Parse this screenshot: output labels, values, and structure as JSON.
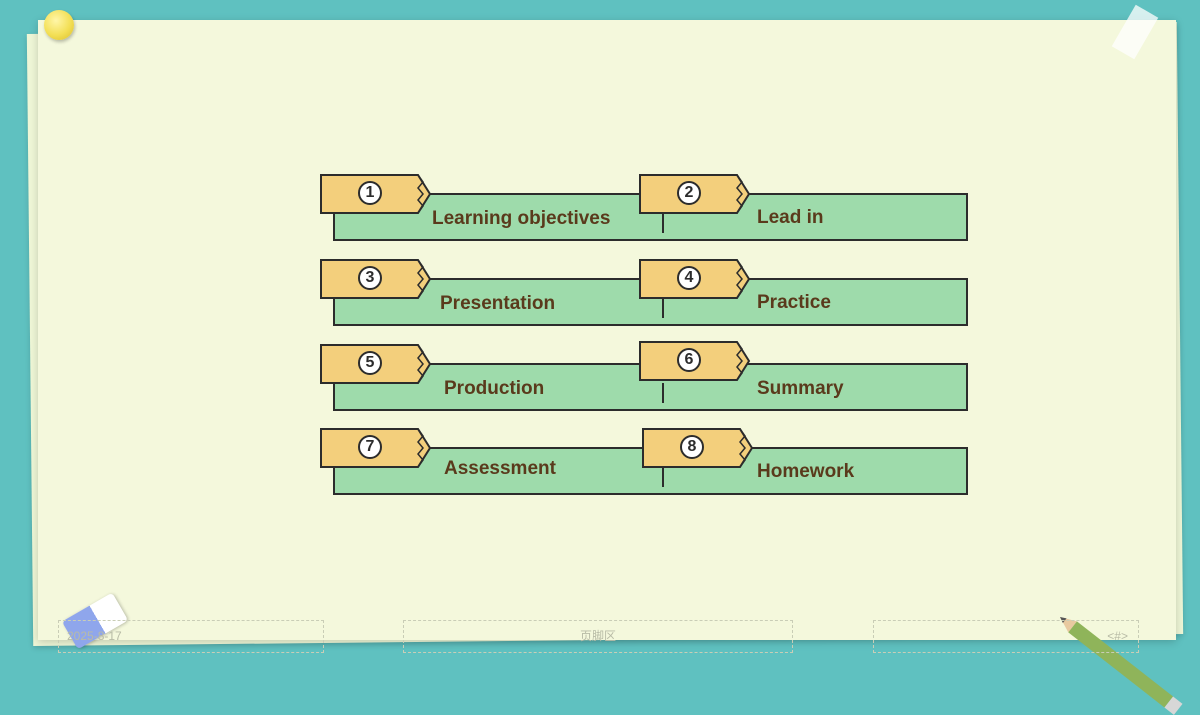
{
  "menu": {
    "items": [
      {
        "number": "1",
        "label": "Learning objectives"
      },
      {
        "number": "2",
        "label": "Lead in"
      },
      {
        "number": "3",
        "label": "Presentation"
      },
      {
        "number": "4",
        "label": "Practice"
      },
      {
        "number": "5",
        "label": "Production"
      },
      {
        "number": "6",
        "label": "Summary"
      },
      {
        "number": "7",
        "label": "Assessment"
      },
      {
        "number": "8",
        "label": "Homework"
      }
    ]
  },
  "footer": {
    "date": "2025-8-17",
    "center": "页脚区",
    "page_number": "<#>"
  },
  "colors": {
    "background": "#5fc1c0",
    "paper": "#f4f8dc",
    "bar": "#9edbab",
    "tab": "#f3cf7c",
    "label_text": "#5a3a1c"
  },
  "icons": {
    "pin": "pushpin-icon",
    "tape": "tape-icon",
    "eraser": "eraser-icon",
    "pencil": "pencil-icon"
  }
}
